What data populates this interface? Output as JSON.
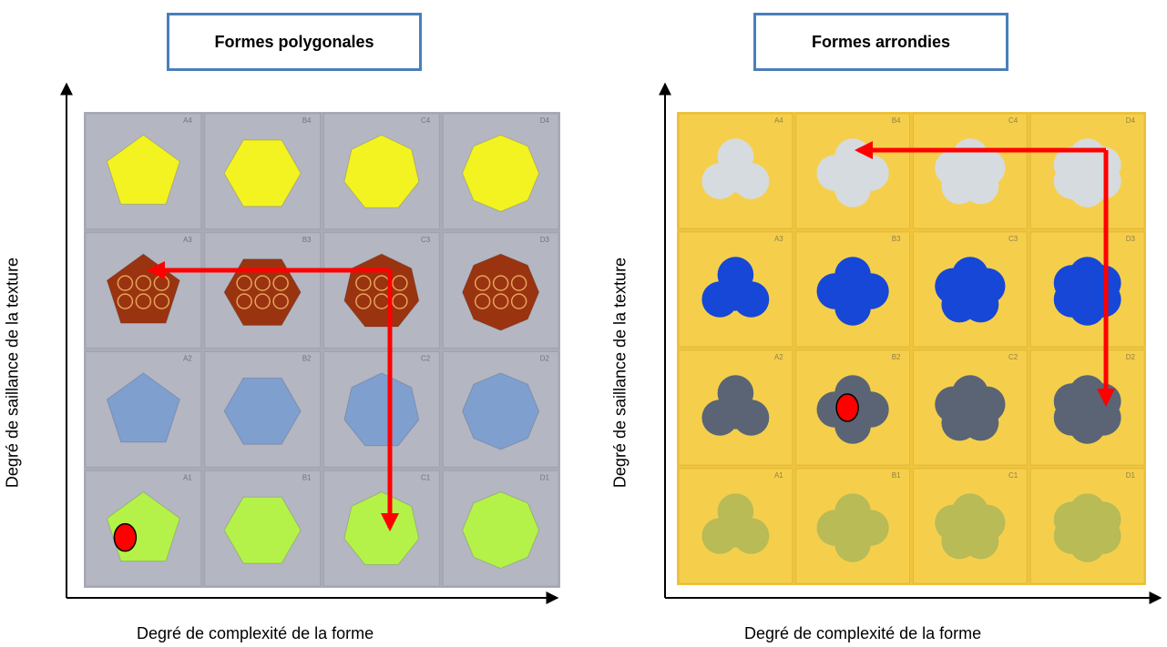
{
  "panels": [
    {
      "title": "Formes polygonales",
      "xlabel": "Degré de complexité de la forme",
      "ylabel": "Degré de saillance de la texture",
      "background": "#a9acb8",
      "tile_color": "#b4b6c2",
      "row_labels": [
        "4",
        "3",
        "2",
        "1"
      ],
      "col_labels": [
        "A",
        "B",
        "C",
        "D"
      ],
      "row_fills": [
        "#f3f321",
        "#9a3410",
        "#7f9fcf",
        "#b4f24a"
      ],
      "marker_cell": {
        "row": 4,
        "col": 1
      },
      "arrow_path": "C3 → C1 and C3 → A3"
    },
    {
      "title": "Formes arrondies",
      "xlabel": "Degré de complexité de la forme",
      "ylabel": "Degré de saillance de la texture",
      "background": "#f2c43a",
      "tile_color": "#f5cf4c",
      "row_labels": [
        "4",
        "3",
        "2",
        "1"
      ],
      "col_labels": [
        "A",
        "B",
        "C",
        "D"
      ],
      "row_fills": [
        "#d6dbe0",
        "#1747d6",
        "#5a6475",
        "#b8bb56"
      ],
      "marker_cell": {
        "row": 3,
        "col": 2
      },
      "arrow_path": "D4 → D2 and D4 → B4"
    }
  ],
  "colors": {
    "arrow": "#ff0000",
    "marker": "#ff0000",
    "axis": "#000000",
    "box_border": "#4a7ebb"
  }
}
